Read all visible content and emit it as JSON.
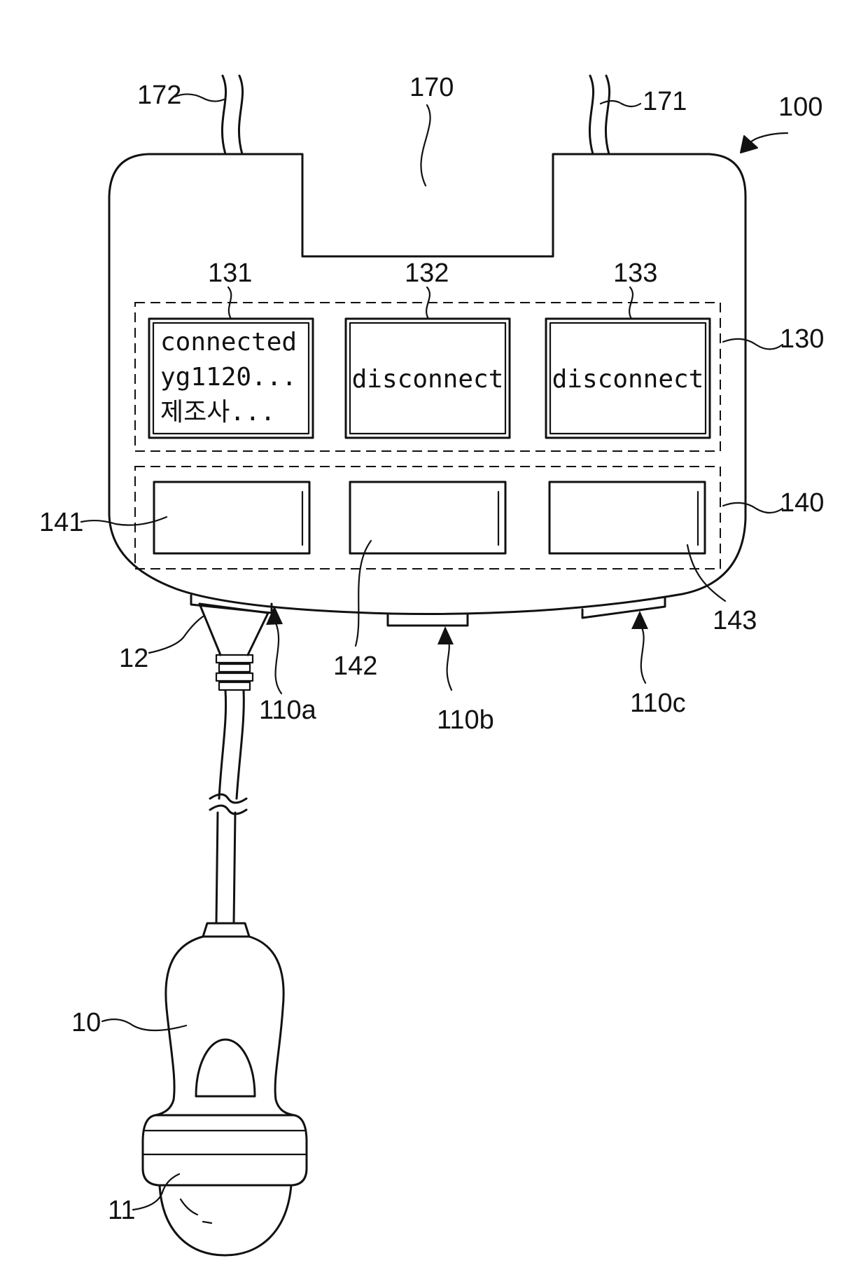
{
  "figure": {
    "references": {
      "r100": "100",
      "r170": "170",
      "r171": "171",
      "r172": "172",
      "r130": "130",
      "r131": "131",
      "r132": "132",
      "r133": "133",
      "r140": "140",
      "r141": "141",
      "r142": "142",
      "r143": "143",
      "r110a": "110a",
      "r110b": "110b",
      "r110c": "110c",
      "r12": "12",
      "r10": "10",
      "r11": "11"
    },
    "displays": {
      "d131": {
        "line1": "connected",
        "line2": "yg1120...",
        "line3": "제조사..."
      },
      "d132": {
        "text": "disconnect"
      },
      "d133": {
        "text": "disconnect"
      }
    }
  }
}
